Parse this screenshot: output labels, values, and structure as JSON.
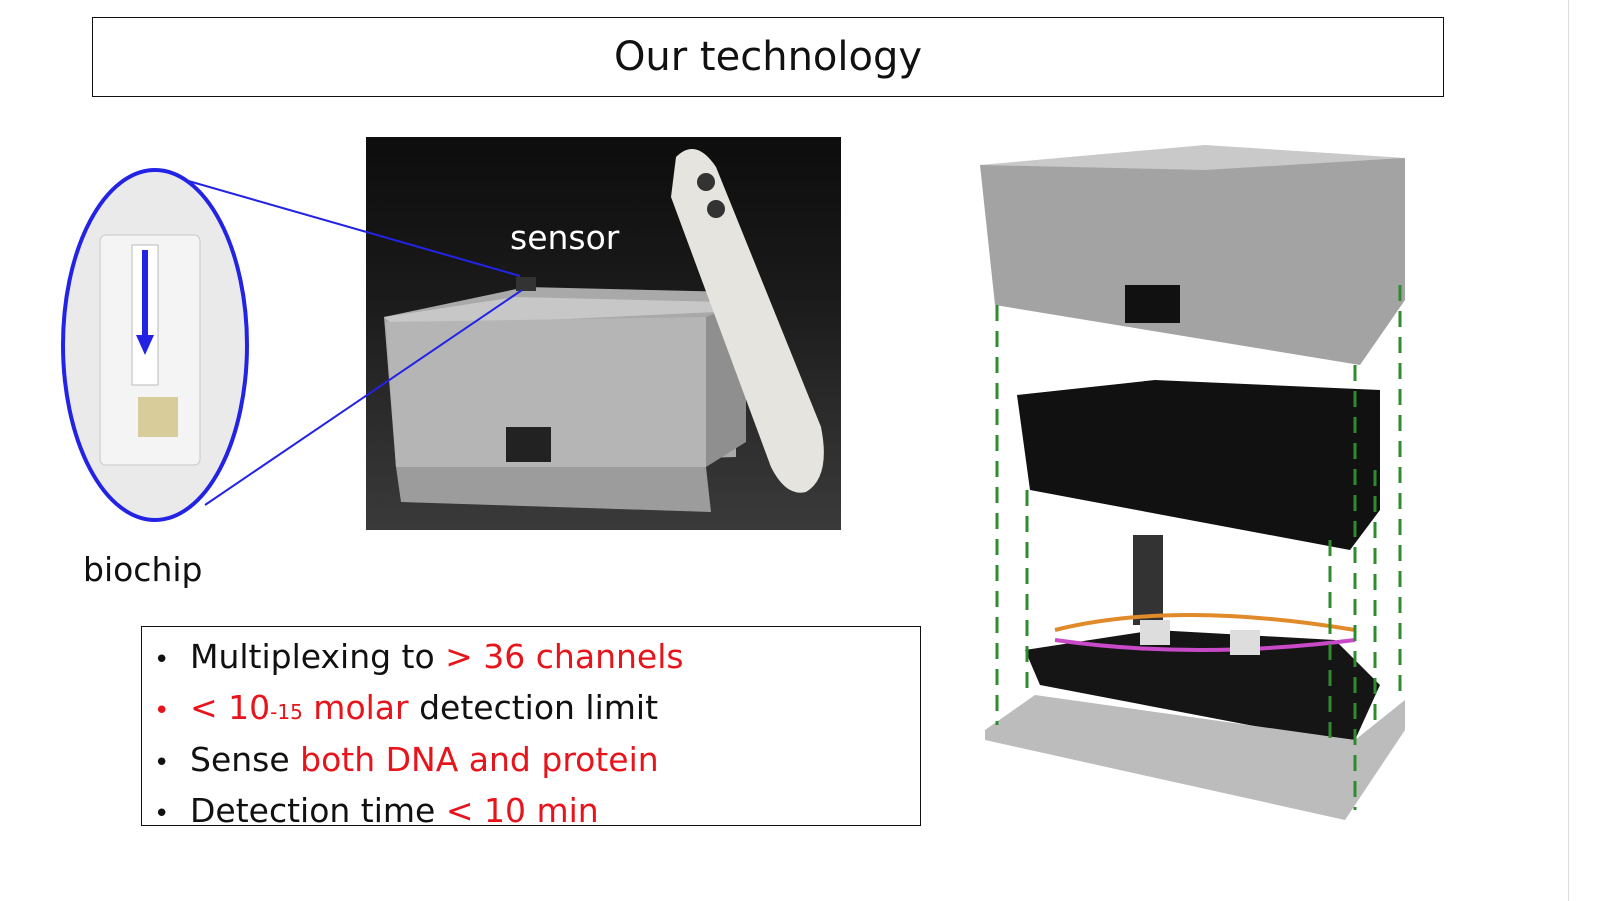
{
  "title": "Our technology",
  "labels": {
    "sensor": "sensor",
    "biochip": "biochip"
  },
  "bullets": [
    {
      "parts": [
        {
          "text": "Multiplexing to ",
          "color": "black"
        },
        {
          "text": "> 36 channels",
          "color": "red"
        }
      ]
    },
    {
      "parts": [
        {
          "text": "< 10",
          "color": "red"
        },
        {
          "text": "-15",
          "color": "red",
          "sup": true
        },
        {
          "text": " molar",
          "color": "red"
        },
        {
          "text": " detection limit",
          "color": "black"
        }
      ],
      "bullet_color": "red"
    },
    {
      "parts": [
        {
          "text": "Sense ",
          "color": "black"
        },
        {
          "text": "both DNA and protein",
          "color": "red"
        }
      ]
    },
    {
      "parts": [
        {
          "text": "Detection time ",
          "color": "black"
        },
        {
          "text": "< 10 min",
          "color": "red"
        }
      ]
    }
  ],
  "colors": {
    "accent_red": "#e8141b",
    "zoom_blue": "#2323e6",
    "guide_green": "#2e8b2e"
  }
}
